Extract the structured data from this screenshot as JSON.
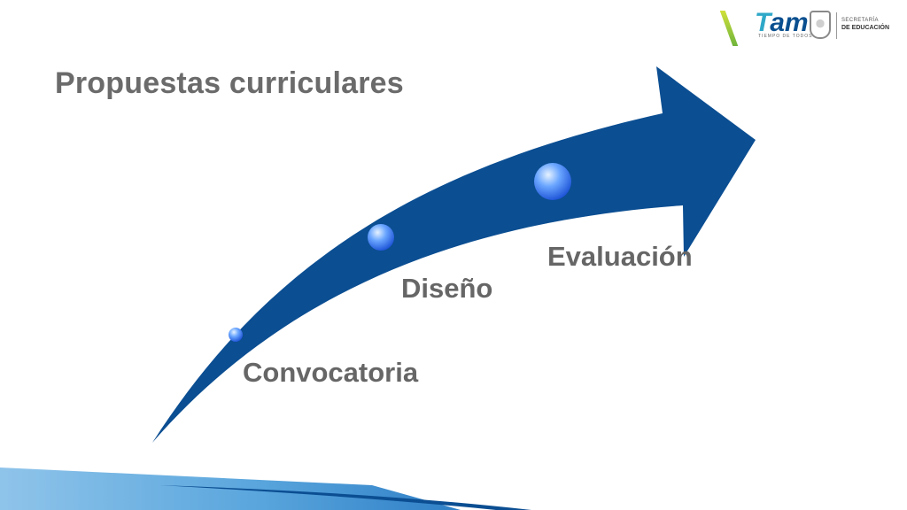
{
  "header": {
    "title": "Propuestas curriculares"
  },
  "logo": {
    "brand_letters": [
      "T",
      "am"
    ],
    "tagline": "TIEMPO DE TODOS",
    "secretaria_line1": "SECRETARÍA",
    "secretaria_line2": "DE EDUCACIÓN"
  },
  "stages": [
    {
      "label": "Convocatoria"
    },
    {
      "label": "Diseño"
    },
    {
      "label": "Evaluación"
    }
  ],
  "colors": {
    "arrow": "#0b4e92",
    "title_text": "#6b6b6b",
    "stage_text": "#666666",
    "dot_light": "#d9ebff",
    "dot_dark": "#1f63e8",
    "band_light": "#6ab0e0",
    "band_dark": "#0b4e92"
  }
}
